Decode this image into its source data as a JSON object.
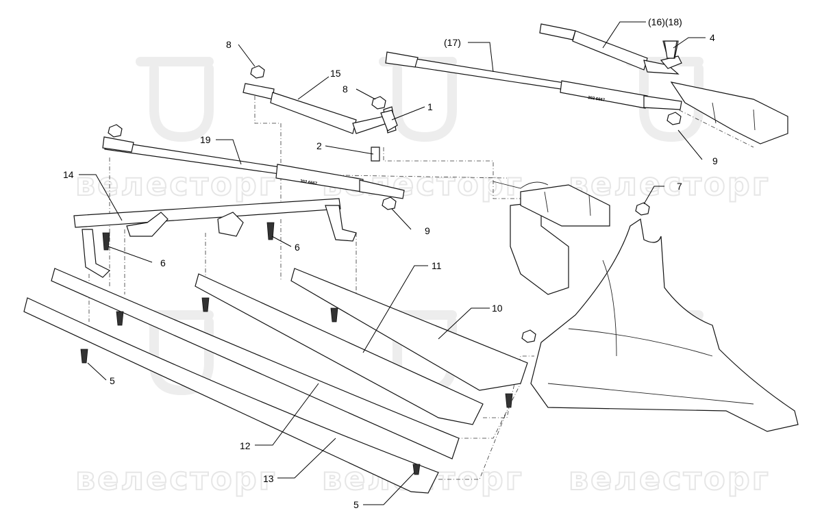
{
  "diagram": {
    "title": "Plough mouldboard attachment parts diagram",
    "watermark": "велесторг",
    "rod_stamp": "302 6667",
    "callouts": [
      {
        "id": "c8a",
        "text": "8"
      },
      {
        "id": "c15",
        "text": "15"
      },
      {
        "id": "c8b",
        "text": "8"
      },
      {
        "id": "c1",
        "text": "1"
      },
      {
        "id": "c2",
        "text": "2"
      },
      {
        "id": "c19",
        "text": "19"
      },
      {
        "id": "c14",
        "text": "14"
      },
      {
        "id": "c6a",
        "text": "6"
      },
      {
        "id": "c6b",
        "text": "6"
      },
      {
        "id": "c9a",
        "text": "9"
      },
      {
        "id": "c17",
        "text": "(17)"
      },
      {
        "id": "c1618",
        "text": "(16)(18)"
      },
      {
        "id": "c4",
        "text": "4"
      },
      {
        "id": "c9b",
        "text": "9"
      },
      {
        "id": "c7",
        "text": "7"
      },
      {
        "id": "c11",
        "text": "11"
      },
      {
        "id": "c10",
        "text": "10"
      },
      {
        "id": "c5a",
        "text": "5"
      },
      {
        "id": "c12",
        "text": "12"
      },
      {
        "id": "c13",
        "text": "13"
      },
      {
        "id": "c5b",
        "text": "5"
      }
    ]
  }
}
